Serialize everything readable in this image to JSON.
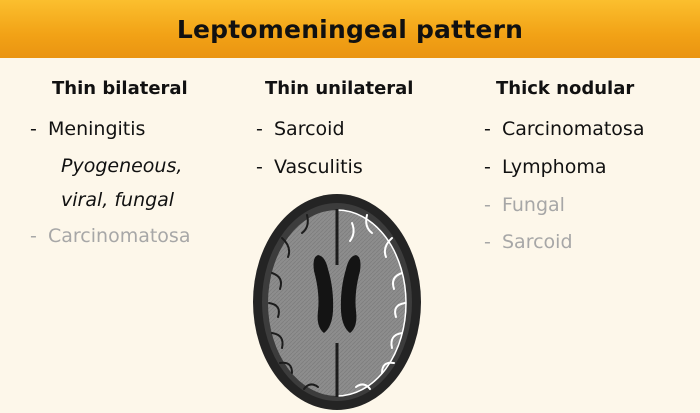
{
  "header": {
    "title": "Leptomeningeal pattern"
  },
  "columns": [
    {
      "heading": "Thin bilateral",
      "items": [
        {
          "text": "Meningitis",
          "marker": "-",
          "faded": false
        },
        {
          "text": "Pyogeneous,",
          "marker": "",
          "faded": false,
          "italic": true
        },
        {
          "text": "viral, fungal",
          "marker": "",
          "faded": false,
          "italic": true
        },
        {
          "text": "Carcinomatosa",
          "marker": "-",
          "faded": true
        }
      ]
    },
    {
      "heading": "Thin unilateral",
      "items": [
        {
          "text": "Sarcoid",
          "marker": "-",
          "faded": false
        },
        {
          "text": "Vasculitis",
          "marker": "-",
          "faded": false
        }
      ]
    },
    {
      "heading": "Thick nodular",
      "items": [
        {
          "text": "Carcinomatosa",
          "marker": "-",
          "faded": false
        },
        {
          "text": "Lymphoma",
          "marker": "-",
          "faded": false
        },
        {
          "text": "Fungal",
          "marker": "-",
          "faded": true
        },
        {
          "text": "Sarcoid",
          "marker": "-",
          "faded": true
        }
      ]
    }
  ],
  "illustration": {
    "icon": "brain-axial-section-icon"
  },
  "colors": {
    "banner": "#f2a216",
    "background": "#fdf7ea",
    "faded_text": "#a7a7a7",
    "text": "#111111"
  }
}
